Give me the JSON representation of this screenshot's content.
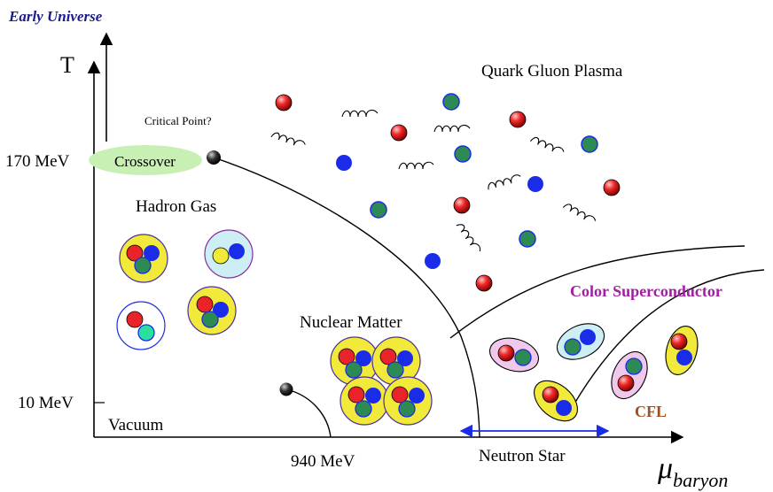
{
  "diagram": {
    "axes": {
      "y_label": "T",
      "x_label_main": "μ",
      "x_label_sub": "baryon",
      "y_tick_upper": "170 MeV",
      "y_tick_lower": "10 MeV",
      "x_tick": "940 MeV"
    },
    "labels": {
      "early_universe": "Early Universe",
      "qgp": "Quark Gluon Plasma",
      "critical_point": "Critical Point?",
      "crossover": "Crossover",
      "hadron_gas": "Hadron Gas",
      "nuclear_matter": "Nuclear Matter",
      "vacuum": "Vacuum",
      "color_superconductor": "Color Superconductor",
      "cfl": "CFL",
      "neutron_star": "Neutron Star"
    },
    "colors": {
      "quark_red": "#e8242a",
      "quark_blue": "#1a2ce8",
      "quark_green": "#2e8a55",
      "hadron_yellow": "#f2ea3a",
      "pair_pink": "#f0c8ec",
      "pair_cyan": "#cdeef2",
      "crossover_fill": "#c8f0b4",
      "early_universe_text": "#1a1a8c",
      "superconductor_text": "#a020a0",
      "cfl_text": "#a0501e",
      "neutron_arrow": "#1a2ce8"
    }
  }
}
